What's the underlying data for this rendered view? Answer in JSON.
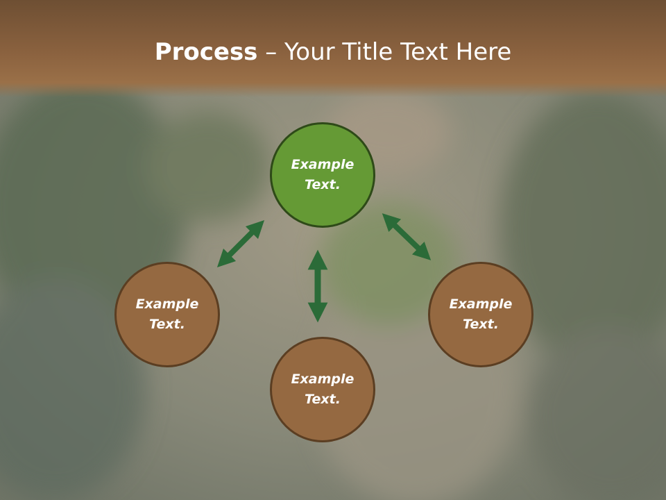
{
  "slide": {
    "title_bold": "Process",
    "title_rest": " – Your Title Text Here"
  },
  "nodes": [
    {
      "id": "top",
      "text": "Example\nText.",
      "color": "#659a35"
    },
    {
      "id": "left",
      "text": "Example\nText.",
      "color": "#956941"
    },
    {
      "id": "bottom",
      "text": "Example\nText.",
      "color": "#956941"
    },
    {
      "id": "right",
      "text": "Example\nText.",
      "color": "#956941"
    }
  ],
  "colors": {
    "header": "#8b623f",
    "arrow": "#2b6b38"
  }
}
